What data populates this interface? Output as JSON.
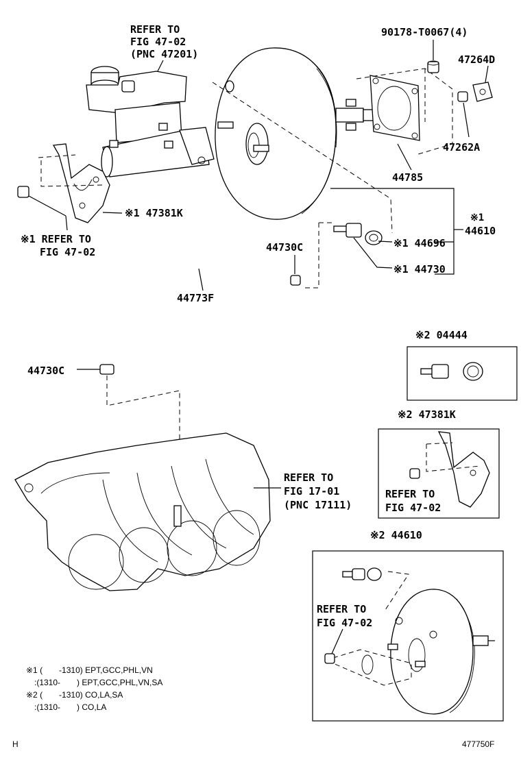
{
  "refs": {
    "master_cyl": [
      "REFER TO",
      "FIG 47-02",
      "(PNC 47201)"
    ],
    "bracket": [
      "※1 REFER TO",
      "FIG 47-02"
    ],
    "manifold": [
      "REFER TO",
      "FIG 17-01",
      "(PNC 17111)"
    ],
    "box2": [
      "REFER TO",
      "FIG 47-02"
    ],
    "box3": [
      "REFER TO",
      "FIG 47-02"
    ]
  },
  "parts": {
    "p1": "90178-T0067(4)",
    "p2": "47264D",
    "p3": "47262A",
    "p4": "44785",
    "p5_mark": "※1",
    "p5": "44610",
    "p6": "※1 44696",
    "p7": "※1 44730",
    "p8": "44730C",
    "p9": "44773F",
    "p10": "44730C",
    "p11": "※1 47381K",
    "box1_title": "※2 04444",
    "box2_title": "※2 47381K",
    "box3_title": "※2 44610"
  },
  "notes": [
    "※1 (　　-1310) EPT,GCC,PHL,VN",
    "　:(1310-　　) EPT,GCC,PHL,VN,SA",
    "※2 (　　-1310)  CO,LA,SA",
    "　:(1310-　　)  CO,LA"
  ],
  "footer": {
    "left": "H",
    "right": "477750F"
  }
}
